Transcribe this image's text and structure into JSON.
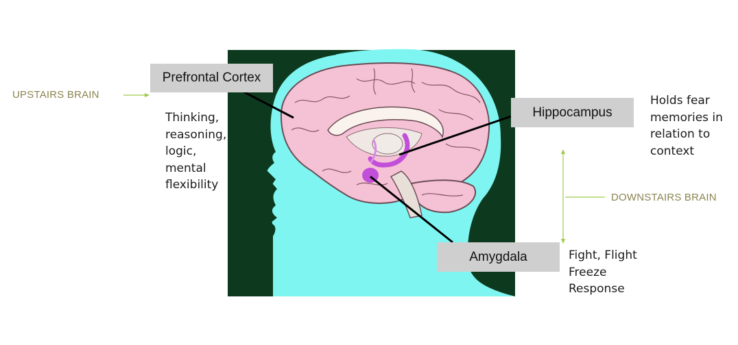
{
  "regions": {
    "upstairs": "UPSTAIRS BRAIN",
    "downstairs": "DOWNSTAIRS BRAIN"
  },
  "labels": {
    "prefrontal": "Prefrontal Cortex",
    "hippocampus": "Hippocampus",
    "amygdala": "Amygdala"
  },
  "descriptions": {
    "prefrontal": [
      "Thinking,",
      "reasoning,",
      "logic,",
      "mental",
      "flexibility"
    ],
    "hippocampus": [
      "Holds fear",
      "memories in",
      "relation to",
      "context"
    ],
    "amygdala": [
      "Fight, Flight",
      "Freeze",
      "Response"
    ]
  },
  "colors": {
    "background_panel": "#0d3a1e",
    "head": "#7ff5f2",
    "brain": "#f4c2d4",
    "brain_outline": "#6b4a55",
    "limbic": "#c24fd9",
    "arrow": "#9ecb4a",
    "label_box": "#cfcfcf",
    "region_text": "#8b8450"
  }
}
